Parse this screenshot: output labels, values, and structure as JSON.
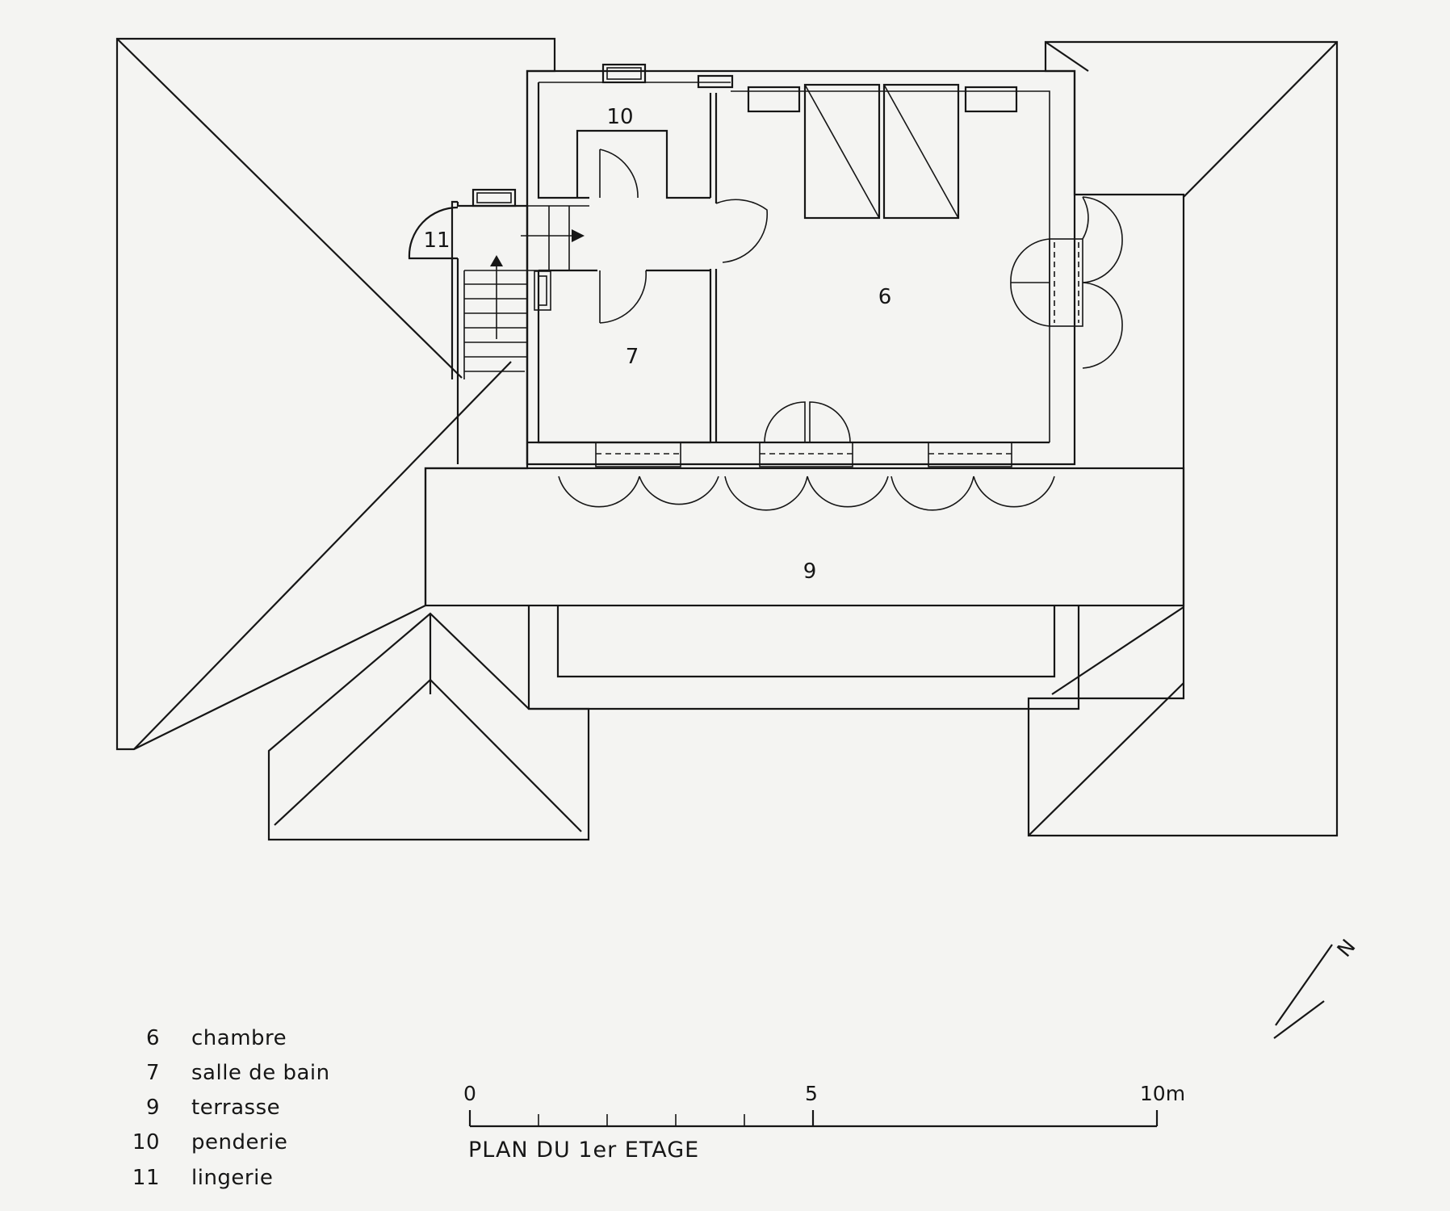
{
  "rooms": {
    "r6": "6",
    "r7": "7",
    "r9": "9",
    "r10": "10",
    "r11": "11"
  },
  "legend": [
    {
      "num": "6",
      "label": "chambre"
    },
    {
      "num": "7",
      "label": "salle de bain"
    },
    {
      "num": "9",
      "label": "terrasse"
    },
    {
      "num": "10",
      "label": "penderie"
    },
    {
      "num": "11",
      "label": "lingerie"
    }
  ],
  "scale": {
    "start": "0",
    "mid": "5",
    "end": "10m"
  },
  "title": "PLAN DU 1er ETAGE",
  "north_label": "N"
}
